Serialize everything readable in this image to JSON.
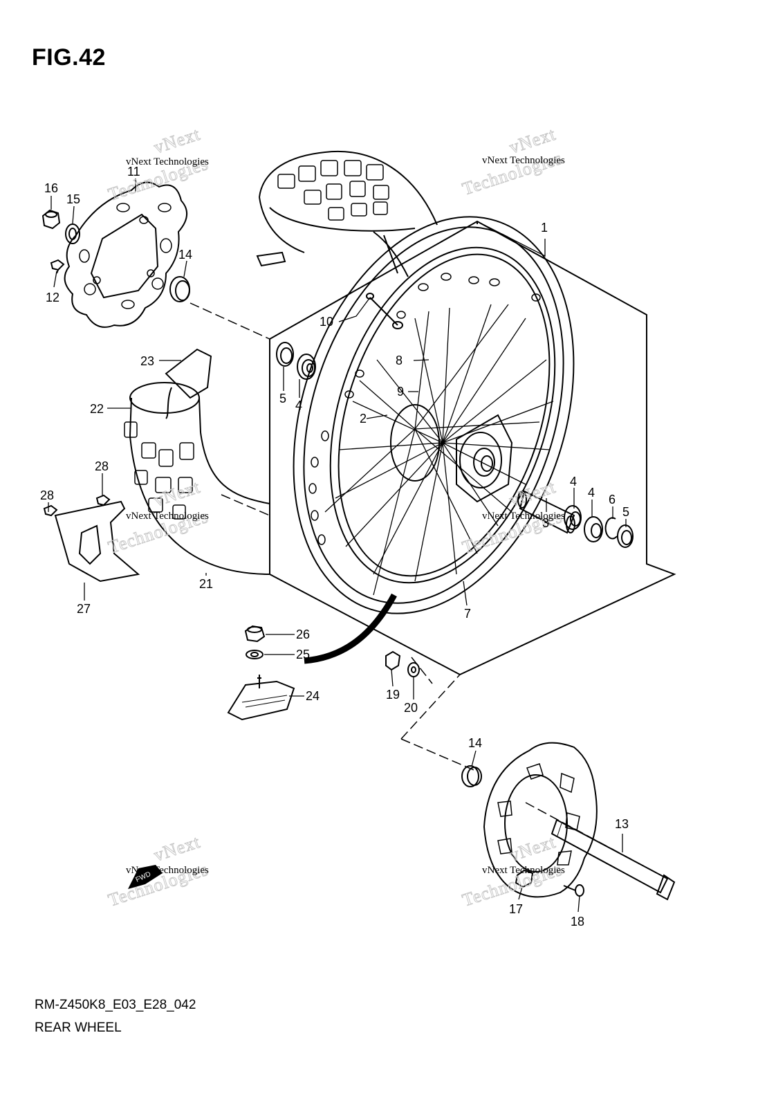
{
  "figure": {
    "title": "FIG.42"
  },
  "footer": {
    "model_code": "RM-Z450K8_E03_E28_042",
    "caption": "REAR WHEEL"
  },
  "callouts": {
    "c1": "1",
    "c2": "2",
    "c3": "3",
    "c4a": "4",
    "c4b": "4",
    "c4c": "4",
    "c5a": "5",
    "c5b": "5",
    "c6": "6",
    "c7": "7",
    "c8": "8",
    "c9": "9",
    "c10": "10",
    "c11": "11",
    "c12": "12",
    "c13": "13",
    "c14a": "14",
    "c14b": "14",
    "c15": "15",
    "c16": "16",
    "c17": "17",
    "c18": "18",
    "c19": "19",
    "c20": "20",
    "c21": "21",
    "c22": "22",
    "c23": "23",
    "c24": "24",
    "c25": "25",
    "c26": "26",
    "c27": "27",
    "c28a": "28",
    "c28b": "28"
  },
  "watermark": {
    "line1": "vNext Technologies",
    "line2": "vNext",
    "line3": "Technologies"
  },
  "direction_badge": {
    "label": "FWD",
    "icon": "front-arrow-icon"
  }
}
